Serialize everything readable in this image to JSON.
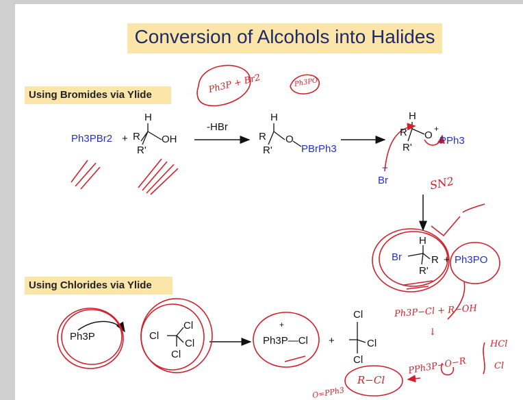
{
  "title": "Conversion of Alcohols into Halides",
  "sections": {
    "bromides": "Using Bromides via Ylide",
    "chlorides": "Using Chlorides via Ylide"
  },
  "bromide_scheme": {
    "reagent": "Ph3PBr2",
    "plus": "+",
    "alcohol_H": "H",
    "alcohol_R": "R",
    "alcohol_R2": "R'",
    "alcohol_OH": "OH",
    "arrow_label": "-HBr",
    "intermediate_H": "H",
    "intermediate_R": "R",
    "intermediate_R2": "R'",
    "intermediate_O": "O",
    "intermediate_group": "PBrPh3",
    "oxonium_H": "H",
    "oxonium_R": "R",
    "oxonium_R2": "R'",
    "oxonium_O": "O",
    "oxonium_plus": "+",
    "oxonium_group": "PPh3",
    "bromide_ion": "Br",
    "bromide_charge": "−",
    "product_Br": "Br",
    "product_H": "H",
    "product_R": "R",
    "product_R2": "R'",
    "product_plus": "+",
    "product_oxide": "Ph3PO"
  },
  "chloride_scheme": {
    "reagent": "Ph3P",
    "ccl4_Cl_left": "Cl",
    "ccl4_Cl_top": "Cl",
    "ccl4_Cl_right": "Cl",
    "ccl4_Cl_bottom": "Cl",
    "salt_plus": "+",
    "salt": "Ph3P—Cl",
    "plus": "+",
    "anion_Cl_top": "Cl",
    "anion_Cl_mid": "Cl",
    "anion_Cl_bottom": "Cl"
  },
  "annotations": {
    "reagent_note": "Ph3P + Br2",
    "oxide_note": "Ph3PO",
    "sn2": "SN2",
    "salt_note": "Ph3P−Cl + R−OH",
    "down_arrow": "↓",
    "intermediate_note": "PPh3P−O−R",
    "hcl": "HCl",
    "cl_minus": "Cl",
    "product_note": "R−Cl",
    "byproduct_note": "O=PPh3"
  },
  "colors": {
    "title_bg": "#fbe5a8",
    "title_text": "#1f2a66",
    "reagent_blue": "#2330c8",
    "annotation_red": "#d0202a"
  }
}
